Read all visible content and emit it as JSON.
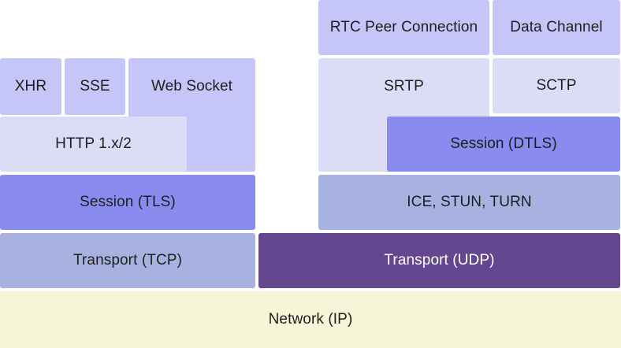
{
  "diagram": {
    "left_stack": {
      "xhr": "XHR",
      "sse": "SSE",
      "websocket": "Web Socket",
      "http": "HTTP 1.x/2",
      "session": "Session (TLS)",
      "transport": "Transport (TCP)"
    },
    "right_stack": {
      "rtc_peer": "RTC Peer Connection",
      "data_channel": "Data Channel",
      "srtp": "SRTP",
      "sctp": "SCTP",
      "session": "Session (DTLS)",
      "ice": "ICE, STUN, TURN",
      "transport": "Transport (UDP)"
    },
    "network": "Network (IP)",
    "colors": {
      "lavender": "#c5c5f7",
      "light_lavender": "#dcdcf6",
      "medium_blue": "#8a8bef",
      "steel_blue": "#a8b2e1",
      "dark_purple": "#65478f",
      "network_cream": "#f5f5d8"
    }
  }
}
